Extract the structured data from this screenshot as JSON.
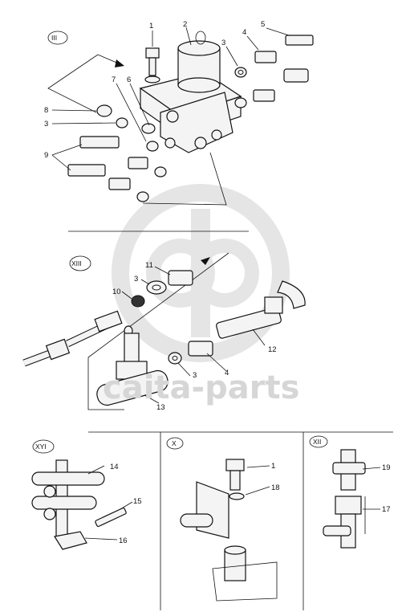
{
  "watermark": "caita-parts",
  "sections": {
    "iii": "III",
    "xiii": "XIII",
    "xvi": "XYI",
    "x": "X",
    "xii": "XII"
  },
  "callouts": {
    "c1": "1",
    "c2": "2",
    "c3a": "3",
    "c4a": "4",
    "c5": "5",
    "c6": "6",
    "c7": "7",
    "c8": "8",
    "c3b": "3",
    "c9": "9",
    "c11": "11",
    "c3c": "3",
    "c10": "10",
    "c12": "12",
    "c4b": "4",
    "c3d": "3",
    "c13": "13",
    "c14": "14",
    "c15": "15",
    "c16": "16",
    "c1b": "1",
    "c18": "18",
    "c19": "19",
    "c17": "17"
  }
}
